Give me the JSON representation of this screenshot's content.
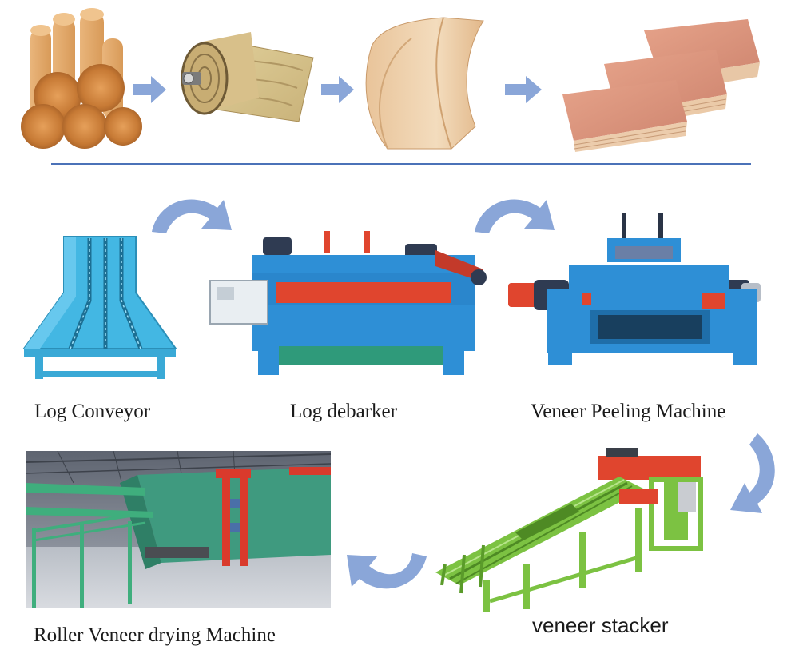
{
  "colors": {
    "arrow": "#8aa6d8",
    "divider": "#4b72b8",
    "machine_blue": "#2e8fd6",
    "machine_red": "#e0452e",
    "machine_green": "#7cc242",
    "wood": "#d9a263"
  },
  "top_row": {
    "items": [
      {
        "icon": "log-stack-icon"
      },
      {
        "icon": "peeled-log-icon"
      },
      {
        "icon": "veneer-sheet-icon"
      },
      {
        "icon": "plywood-boards-icon"
      }
    ]
  },
  "machines": [
    {
      "label": "Log Conveyor",
      "icon": "log-conveyor-icon"
    },
    {
      "label": "Log debarker",
      "icon": "log-debarker-icon"
    },
    {
      "label": "Veneer Peeling Machine",
      "icon": "veneer-peeling-machine-icon"
    },
    {
      "label": "veneer stacker",
      "icon": "veneer-stacker-icon"
    },
    {
      "label": "Roller Veneer drying Machine",
      "icon": "roller-veneer-dryer-icon"
    }
  ]
}
